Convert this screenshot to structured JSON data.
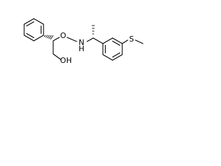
{
  "molecule": {
    "atoms": {
      "oxygen_ether": "O",
      "nitrogen": "N",
      "hydrogen_on_n": "H",
      "hydroxyl": "OH",
      "sulfur": "S"
    }
  },
  "colors": {
    "bond": "#000000",
    "label": "#000000",
    "background": "#ffffff"
  }
}
